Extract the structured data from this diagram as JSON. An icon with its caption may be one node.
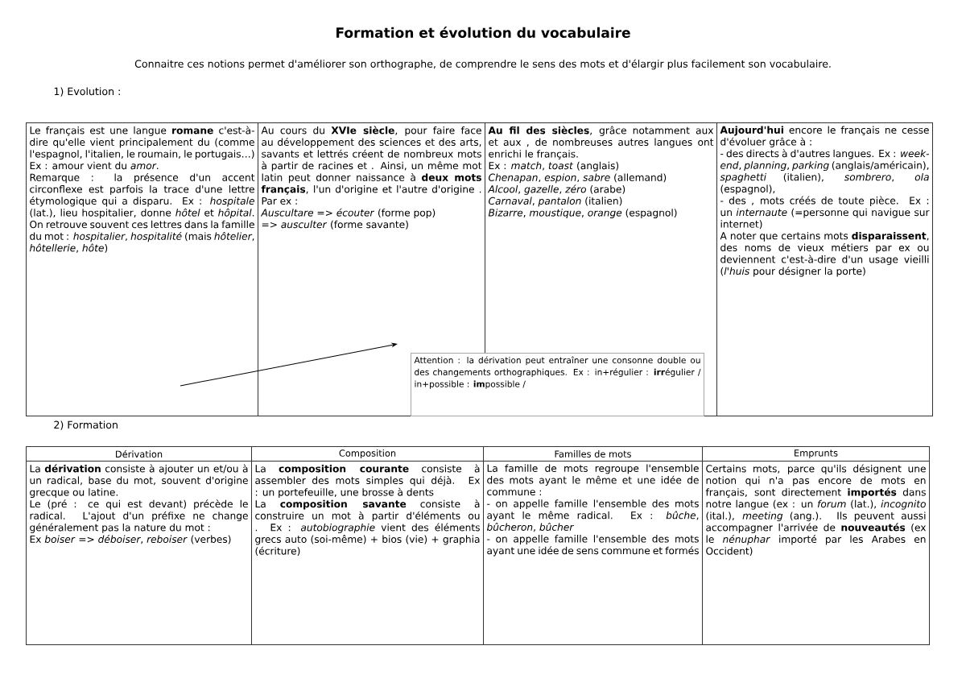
{
  "diagram": {
    "title": "Formation et évolution du vocabulaire",
    "nodes": [
      {
        "text": [
          "Le français est une langue **romane** c'est-à-dire qu'elle vient principalement du (comme l'espagnol, l'italien, le roumain, le portugais…) Ex : amour vient du *amor*.",
          "Remarque : la présence d'un accent circonflexe est parfois la trace d'une lettre étymologique qui a disparu. Ex : *hospitale* (lat.), lieu hospitalier, donne *hôtel* et *hôpital*. On retrouve souvent ces lettres dans la famille du mot : *hospitalier*, *hospitalité* (mais *hôtelier*, *hôtellerie*, *hôte*)"
        ]
      },
      {
        "text": [
          "Au cours du **XVIe siècle**, pour faire face au développement des sciences et des arts, savants et lettrés créent de nombreux mots à partir de racines et . Ainsi, un même mot latin peut donner naissance à **deux mots français**, l'un d'origine et l'autre d'origine . Par ex :",
          "*Auscultare* => *écouter* (forme pop)",
          "=> *ausculter* (forme savante)"
        ]
      },
      {
        "text": [
          "**Au fil des siècles**, grâce notamment aux et aux , de nombreuses autres langues ont enrichi le français.",
          "Ex : *match*, *toast* (anglais)",
          "*Chenapan*, *espion*, *sabre* (allemand)",
          "*Alcool*, *gazelle*, *zéro* (arabe)",
          "*Carnaval*, *pantalon* (italien)",
          "*Bizarre*, *moustique*, *orange* (espagnol)"
        ]
      },
      {
        "text": [
          "**Aujourd'hui** encore le français ne cesse d'évoluer grâce à :",
          "- des directs à d'autres langues. Ex : *week-end*, *planning*, *parking* (anglais/américain), *spaghetti* (italien), *sombrero*, *ola* (espagnol),",
          "- des , mots créés de toute pièce. Ex : un *internaute* (=personne qui navigue sur internet)",
          "A noter que certains mots **disparaissent**, des noms de vieux métiers par ex ou deviennent c'est-à-dire d'un usage vieilli (*l'huis* pour désigner la porte)"
        ]
      },
      {
        "text": [
          "Attention : la dérivation peut entraîner une consonne double ou des changements orthographiques. Ex : in+régulier : **irr**égulier / in+possible : **im**possible /"
        ]
      },
      {
        "text": [
          "Dérivation"
        ]
      },
      {
        "text": [
          "Composition"
        ]
      },
      {
        "text": [
          "Familles de mots"
        ]
      },
      {
        "text": [
          "Emprunts"
        ]
      },
      {
        "text": [
          "La **dérivation** consiste à ajouter un et/ou à un radical, base du mot, souvent d'origine grecque ou latine.",
          "Le (pré : ce qui est devant) précède le radical. L'ajout d'un préfixe ne change généralement pas la nature du mot :",
          "Ex *boiser* => *déboiser*, *reboiser* (verbes)"
        ]
      },
      {
        "text": [
          "La **composition courante** consiste à assembler des mots simples qui déjà. Ex : un portefeuille, une brosse à dents",
          "La **composition savante** consiste à construire un mot à partir d'éléments ou . Ex : *autobiographie* vient des éléments grecs auto (soi-même) + bios (vie) + graphia (écriture)"
        ]
      },
      {
        "text": [
          "La famille de mots regroupe l'ensemble des mots ayant le même et une idée de commune :",
          "- on appelle famille l'ensemble des mots ayant le même radical. Ex : *bûche*, *bûcheron*, *bûcher*",
          "- on appelle famille l'ensemble des mots ayant une idée de sens commune et formés"
        ]
      },
      {
        "text": [
          "Certains mots, parce qu'ils désignent une notion qui n'a pas encore de mots en français, sont directement **importés** dans notre langue (ex : un *forum* (lat.), *incognito* (ital.), *meeting* (ang.). Ils peuvent aussi accompagner l'arrivée de **nouveautés** (ex le *nénuphar* importé par les Arabes en Occident)"
        ]
      }
    ],
    "edges": [
      {
        "from": 0,
        "to": 1,
        "arrow": "to"
      }
    ],
    "labels": [
      "Connaitre ces notions permet d'améliorer son orthographe, de comprendre le sens des mots et d'élargir plus facilement son vocabulaire.",
      "1) Evolution :",
      "2) Formation"
    ]
  }
}
